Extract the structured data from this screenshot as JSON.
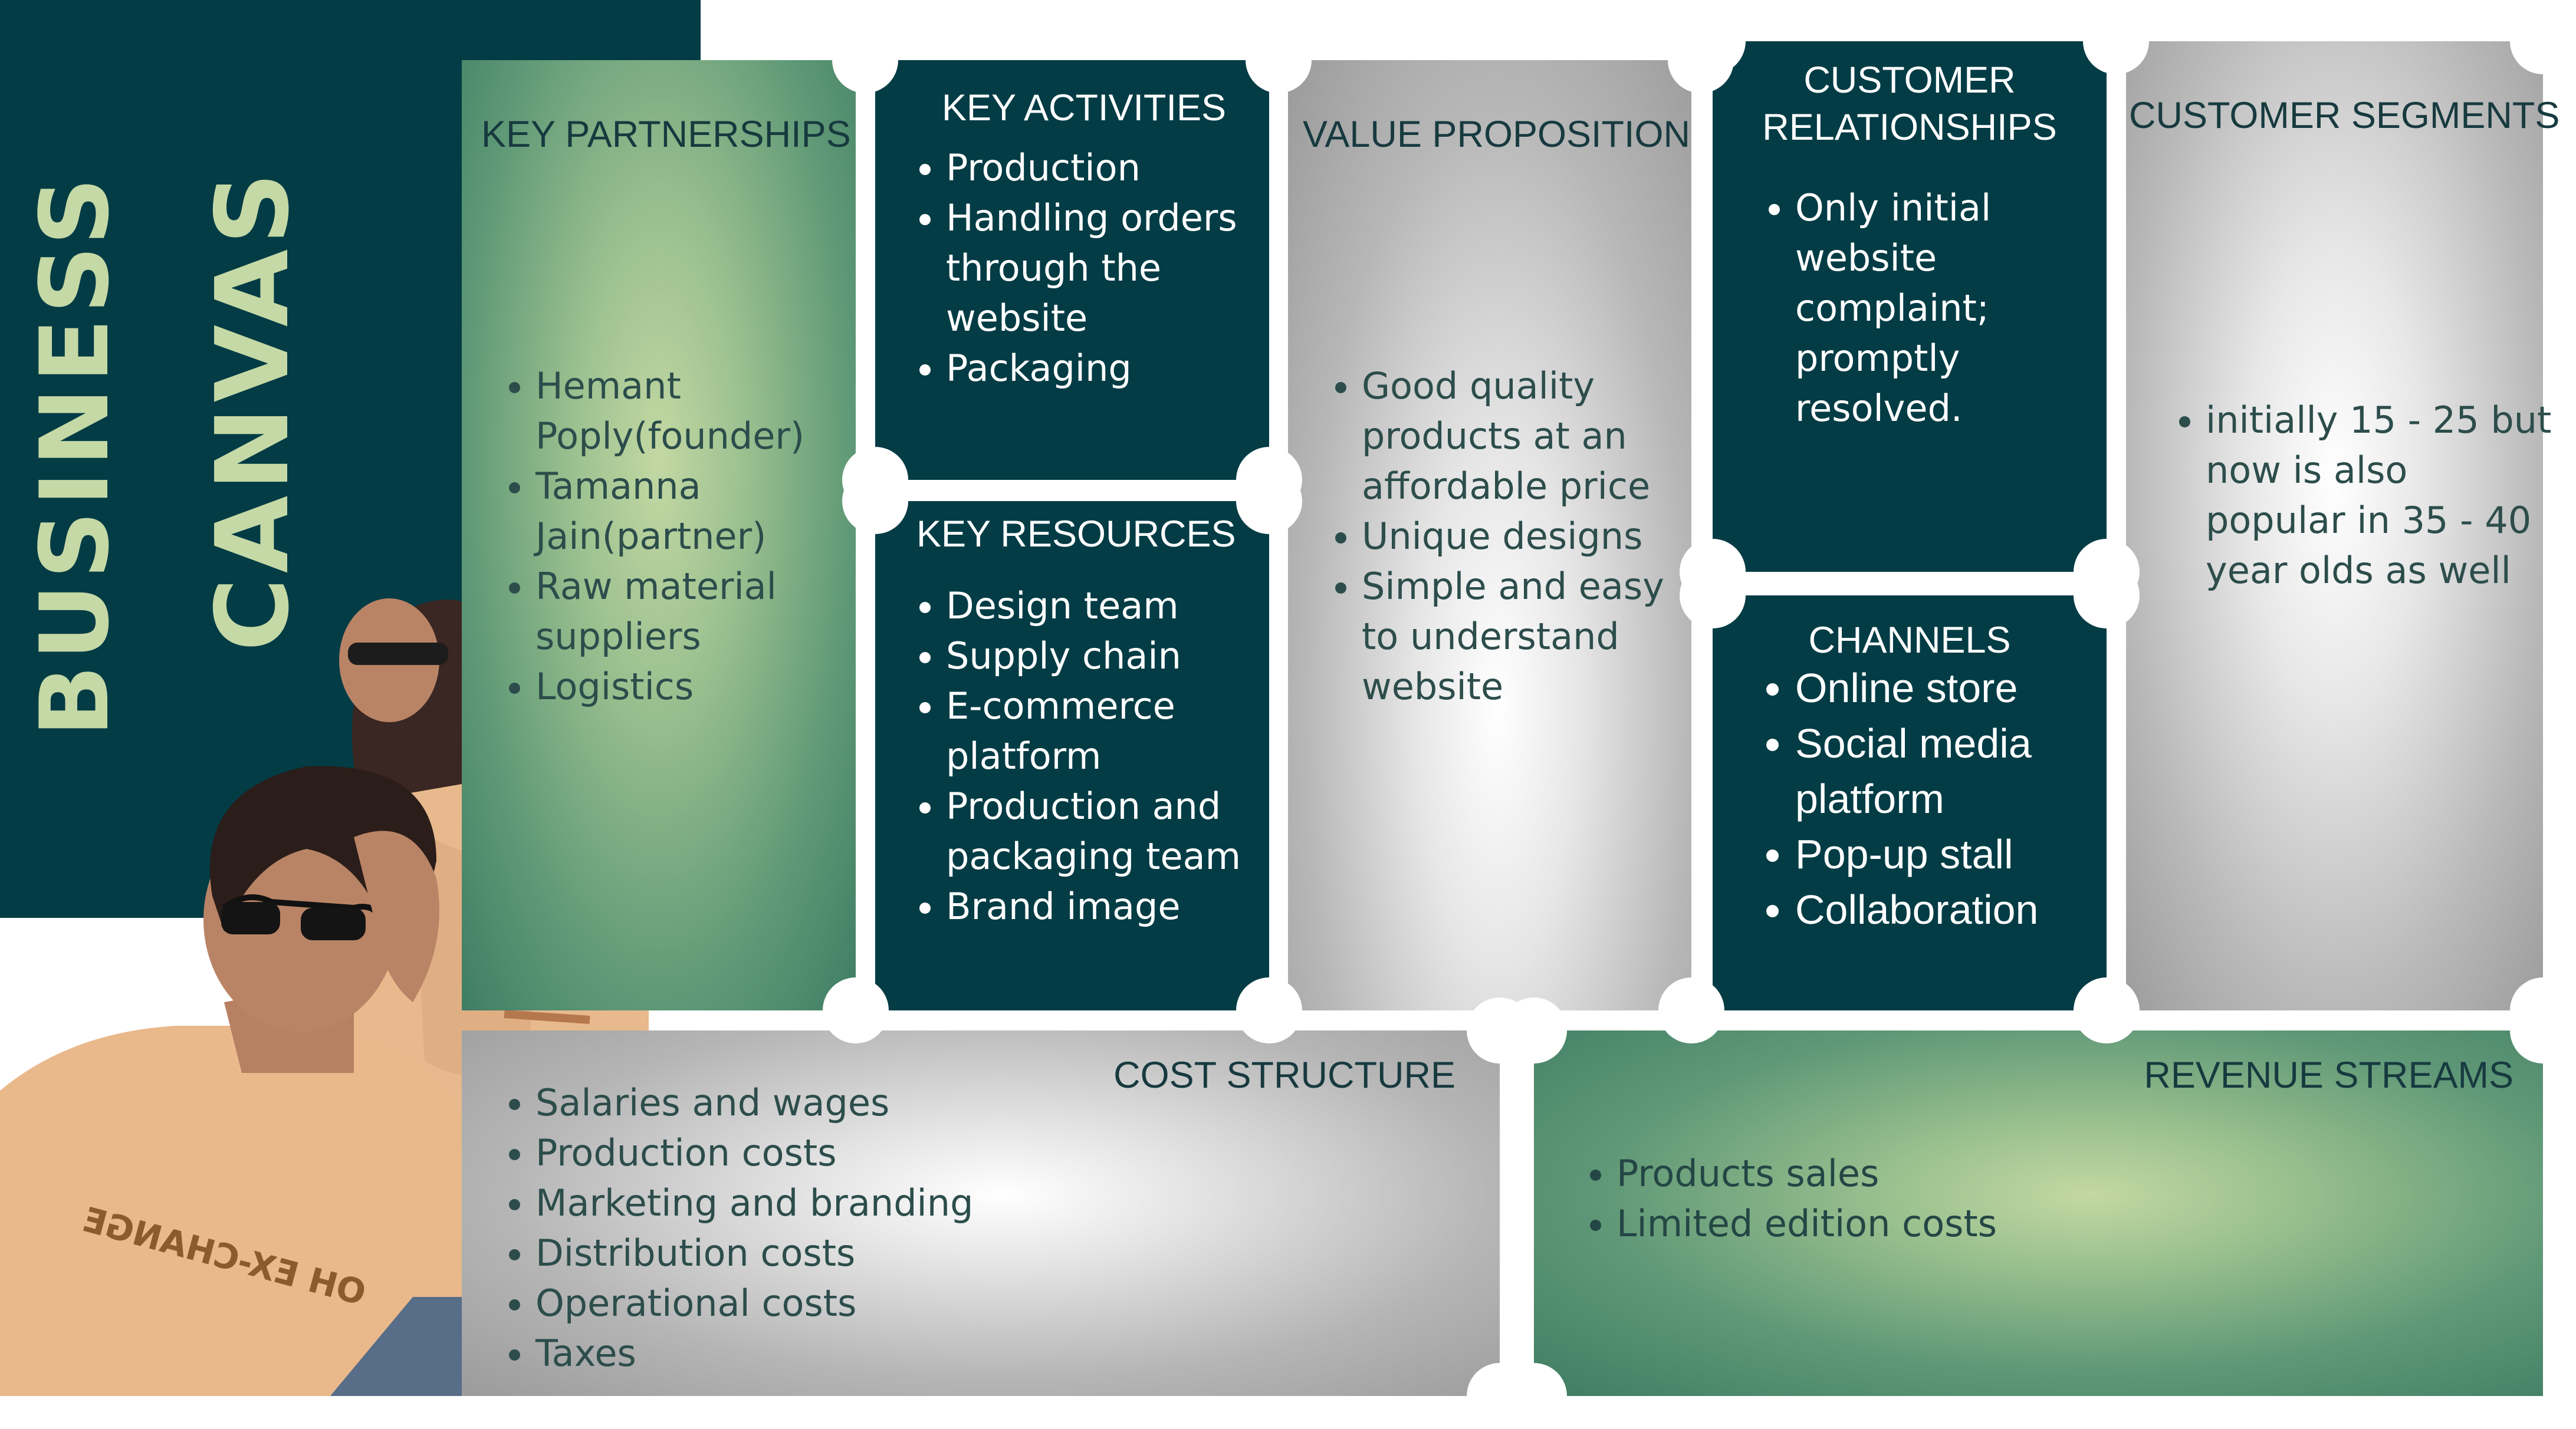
{
  "title": {
    "line1": "BUSINESS",
    "line2": "CANVAS"
  },
  "key_partnerships": {
    "title": "KEY PARTNERSHIPS",
    "items": [
      "Hemant Poply(founder)",
      "Tamanna Jain(partner)",
      "Raw material suppliers",
      "Logistics"
    ]
  },
  "key_activities": {
    "title": "KEY ACTIVITIES",
    "items": [
      "Production",
      "Handling orders through the website",
      "Packaging"
    ]
  },
  "key_resources": {
    "title": "KEY RESOURCES",
    "items": [
      "Design team",
      "Supply chain",
      "E-commerce platform",
      "Production and packaging team",
      "Brand image"
    ]
  },
  "value_proposition": {
    "title": "VALUE PROPOSITION",
    "items": [
      "Good quality products at an affordable price",
      "Unique designs",
      "Simple and easy to understand website"
    ]
  },
  "customer_relationships": {
    "title_line1": "CUSTOMER",
    "title_line2": "RELATIONSHIPS",
    "items": [
      "Only initial website complaint; promptly resolved."
    ]
  },
  "channels": {
    "title": "CHANNELS",
    "items": [
      "Online store",
      "Social media platform",
      "Pop-up stall",
      "Collaboration"
    ]
  },
  "customer_segments": {
    "title": "CUSTOMER SEGMENTS",
    "items": [
      "initially 15 - 25 but now is also popular in 35 - 40 year olds as well"
    ]
  },
  "cost_structure": {
    "title": "COST STRUCTURE",
    "items": [
      "Salaries and wages",
      "Production costs",
      "Marketing and branding",
      "Distribution costs",
      "Operational costs",
      "Taxes"
    ]
  },
  "revenue_streams": {
    "title": "REVENUE STREAMS",
    "items": [
      "Products sales",
      "Limited edition costs"
    ]
  },
  "shirt_print": "OH EX-CHANGE",
  "colors": {
    "dark_teal": "#033c45",
    "title_green": "#c5d9a6",
    "green_gradient_center": "#c3d8a3",
    "green_gradient_edge": "#3f7d63",
    "grey_gradient_edge": "#9a9a9a"
  }
}
